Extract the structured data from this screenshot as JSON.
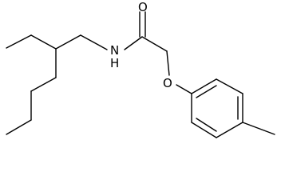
{
  "molecule": {
    "atoms": {
      "oxygen_carbonyl": "O",
      "nitrogen_amide": "N",
      "hydrogen_amide": "H",
      "oxygen_ether": "O"
    }
  }
}
